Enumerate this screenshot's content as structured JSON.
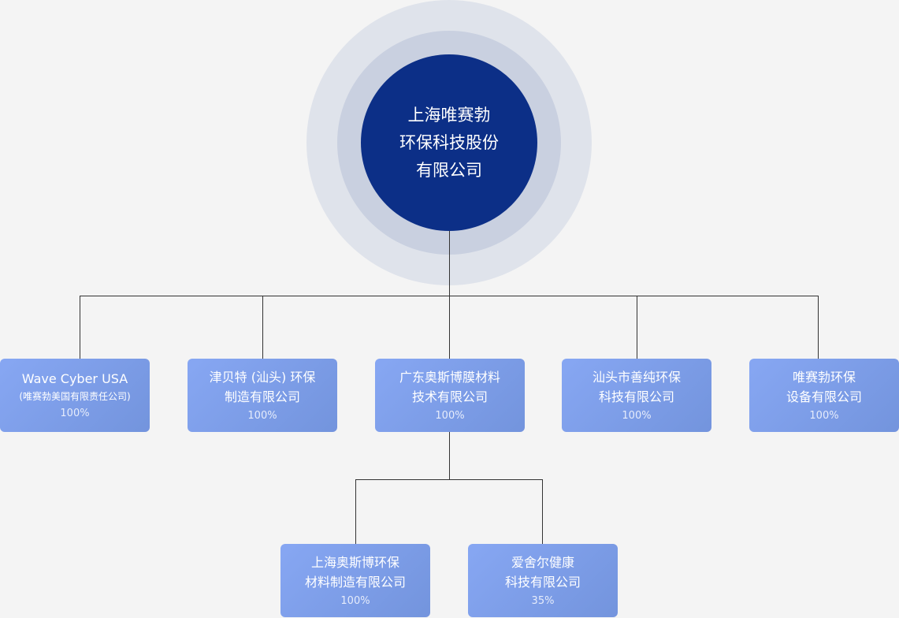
{
  "root": {
    "lines": [
      "上海唯赛勃",
      "环保科技股份",
      "有限公司"
    ]
  },
  "subsidiaries": [
    {
      "line1": "Wave Cyber USA",
      "sub": "(唯赛勃美国有限责任公司)",
      "share": "100%"
    },
    {
      "line1": "津贝特 (汕头) 环保",
      "line2": "制造有限公司",
      "share": "100%"
    },
    {
      "line1": "广东奥斯博膜材料",
      "line2": "技术有限公司",
      "share": "100%"
    },
    {
      "line1": "汕头市善纯环保",
      "line2": "科技有限公司",
      "share": "100%"
    },
    {
      "line1": "唯赛勃环保",
      "line2": "设备有限公司",
      "share": "100%"
    }
  ],
  "sub_subsidiaries": [
    {
      "line1": "上海奥斯博环保",
      "line2": "材料制造有限公司",
      "share": "100%"
    },
    {
      "line1": "爱舍尔健康",
      "line2": "科技有限公司",
      "share": "35%"
    }
  ]
}
